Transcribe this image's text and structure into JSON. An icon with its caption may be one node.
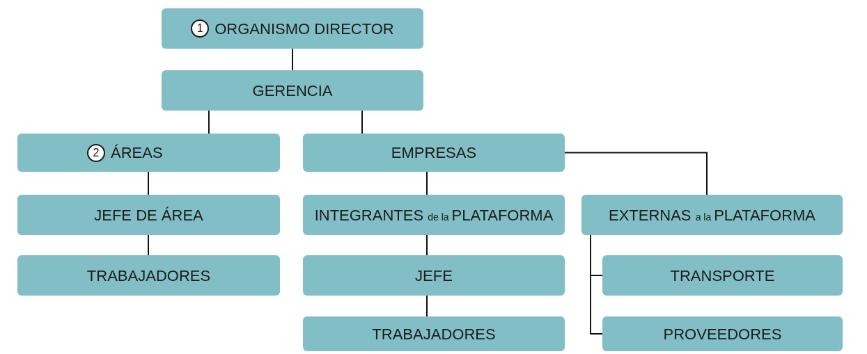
{
  "diagram": {
    "nodes": [
      {
        "text": [
          "1",
          "ORGANISMO DIRECTOR"
        ]
      },
      {
        "text": [
          "GERENCIA"
        ]
      },
      {
        "text": [
          "2",
          "ÁREAS"
        ]
      },
      {
        "text": [
          "EMPRESAS"
        ]
      },
      {
        "text": [
          "JEFE DE ÁREA"
        ]
      },
      {
        "text": [
          "TRABAJADORES"
        ]
      },
      {
        "text": [
          "INTEGRANTES de la PLATAFORMA"
        ]
      },
      {
        "text": [
          "EXTERNAS a la PLATAFORMA"
        ]
      },
      {
        "text": [
          "JEFE"
        ]
      },
      {
        "text": [
          "TRABAJADORES"
        ]
      },
      {
        "text": [
          "TRANSPORTE"
        ]
      },
      {
        "text": [
          "PROVEEDORES"
        ]
      }
    ],
    "edges": [
      {
        "from": 0,
        "to": 1,
        "arrow": "none"
      },
      {
        "from": 1,
        "to": 2,
        "arrow": "none"
      },
      {
        "from": 1,
        "to": 3,
        "arrow": "none"
      },
      {
        "from": 2,
        "to": 4,
        "arrow": "none"
      },
      {
        "from": 4,
        "to": 5,
        "arrow": "none"
      },
      {
        "from": 3,
        "to": 6,
        "arrow": "none"
      },
      {
        "from": 3,
        "to": 7,
        "arrow": "none"
      },
      {
        "from": 6,
        "to": 8,
        "arrow": "none"
      },
      {
        "from": 8,
        "to": 9,
        "arrow": "none"
      },
      {
        "from": 7,
        "to": 10,
        "arrow": "none"
      },
      {
        "from": 7,
        "to": 11,
        "arrow": "none"
      }
    ]
  }
}
